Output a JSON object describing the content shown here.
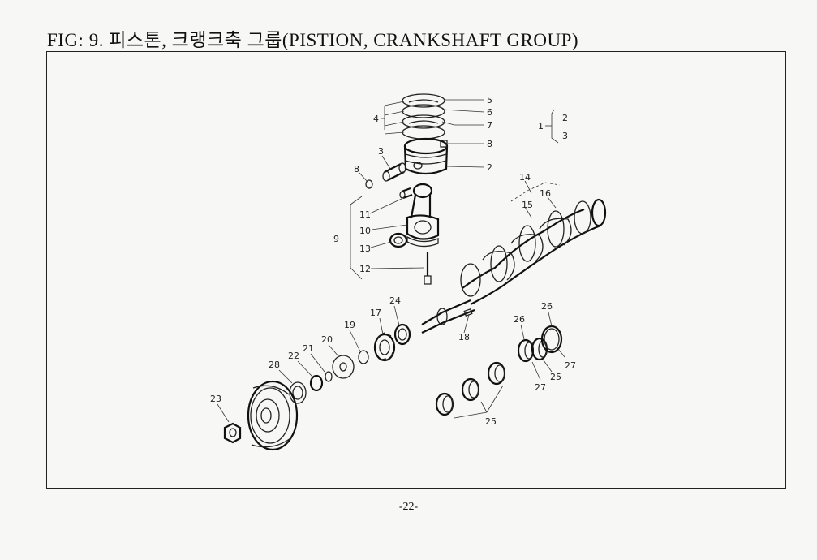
{
  "header": {
    "title": "FIG: 9. 피스톤, 크랭크축 그룹(PISTION, CRANKSHAFT GROUP)"
  },
  "footer": {
    "page_number": "-22-"
  },
  "callouts": {
    "c1": "1",
    "c2": "2",
    "c3": "3",
    "c4": "4",
    "c5": "5",
    "c6": "6",
    "c7": "7",
    "c8": "8",
    "c9": "9",
    "c10": "10",
    "c11": "11",
    "c12": "12",
    "c13": "13",
    "c14": "14",
    "c15": "15",
    "c16": "16",
    "c17": "17",
    "c18": "18",
    "c19": "19",
    "c20": "20",
    "c21": "21",
    "c22": "22",
    "c23": "23",
    "c24": "24",
    "c25": "25",
    "c26": "26",
    "c27": "27",
    "c28": "28"
  }
}
